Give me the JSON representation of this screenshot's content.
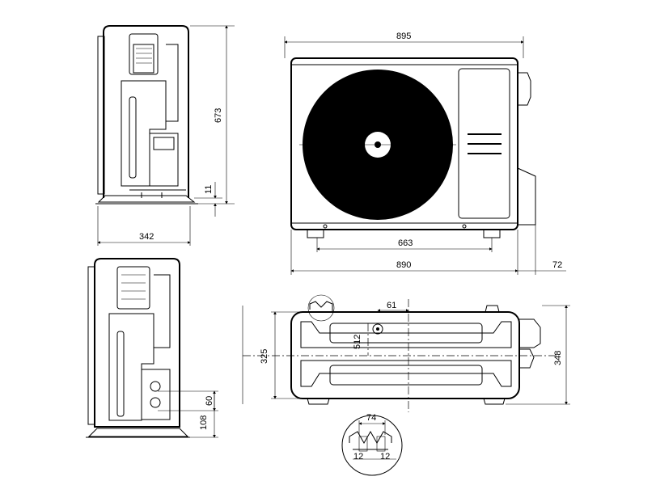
{
  "dimensions": {
    "side_depth": "342",
    "side_height": "673",
    "side_foot": "11",
    "front_width_top": "895",
    "front_foot_spacing": "663",
    "front_width_bottom": "890",
    "valve_offset": "72",
    "rear_valve_height": "60",
    "rear_base_height": "108",
    "top_pipe_offset": "61",
    "top_depth_left": "325",
    "top_depth_right": "348",
    "detail_width": "74",
    "detail_small_left": "12",
    "detail_small_right": "12",
    "label_512": "512"
  }
}
